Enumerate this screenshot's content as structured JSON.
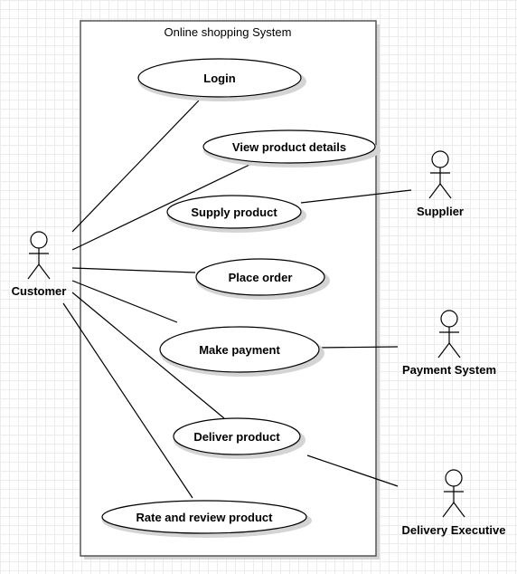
{
  "system": {
    "title": "Online shopping System"
  },
  "use_cases": {
    "login": "Login",
    "view_product_details": "View product details",
    "supply_product": "Supply product",
    "place_order": "Place order",
    "make_payment": "Make payment",
    "deliver_product": "Deliver product",
    "rate_and_review_product": "Rate and review product"
  },
  "actors": {
    "customer": "Customer",
    "supplier": "Supplier",
    "payment_system": "Payment System",
    "delivery_executive": "Delivery Executive"
  }
}
